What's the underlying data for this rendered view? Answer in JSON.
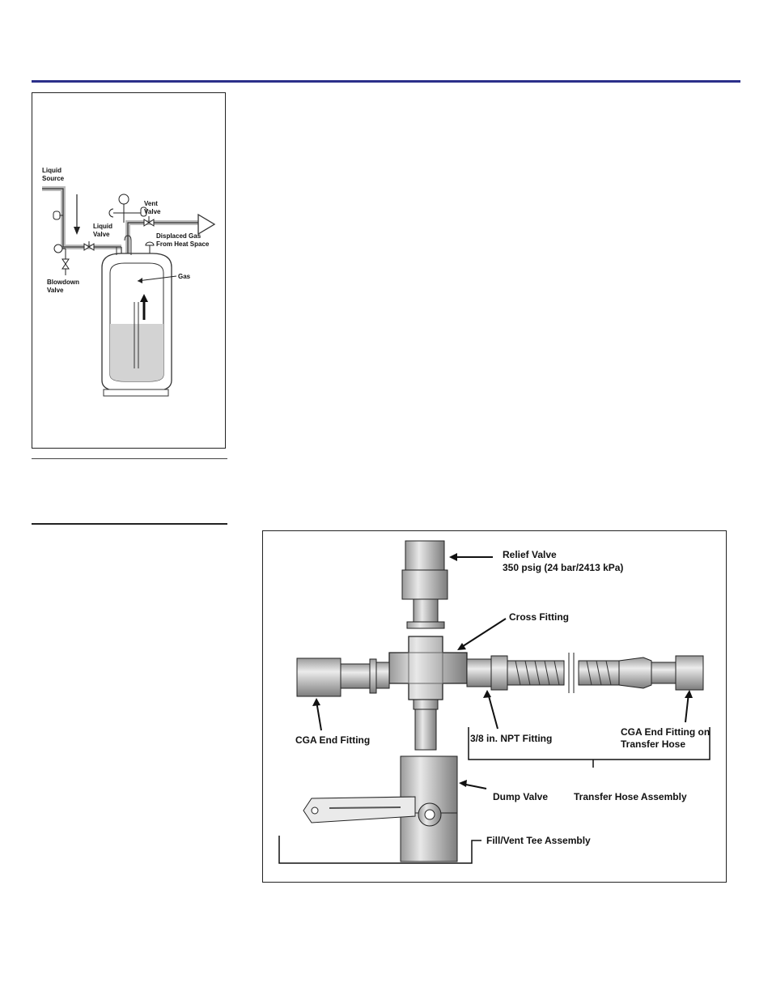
{
  "header": {
    "rule_color": "#2b2f8a"
  },
  "figure_fill": {
    "labels": {
      "liquid_source_1": "Liquid",
      "liquid_source_2": "Source",
      "vent_valve_1": "Vent",
      "vent_valve_2": "Valve",
      "liquid_valve_1": "Liquid",
      "liquid_valve_2": "Valve",
      "displaced_gas_1": "Displaced Gas",
      "displaced_gas_2": "From Heat Space",
      "gas": "Gas",
      "blowdown_valve_1": "Blowdown",
      "blowdown_valve_2": "Valve"
    }
  },
  "figure_tee": {
    "labels": {
      "relief_valve": "Relief Valve",
      "relief_pressure": "350 psig (24 bar/2413 kPa)",
      "cross_fitting": "Cross Fitting",
      "cga_end_fitting": "CGA End Fitting",
      "npt_fitting": "3/8 in. NPT Fitting",
      "cga_hose_1": "CGA End Fitting on",
      "cga_hose_2": "Transfer Hose",
      "dump_valve": "Dump Valve",
      "transfer_hose_assembly": "Transfer Hose Assembly",
      "fill_vent_tee": "Fill/Vent Tee Assembly"
    }
  }
}
